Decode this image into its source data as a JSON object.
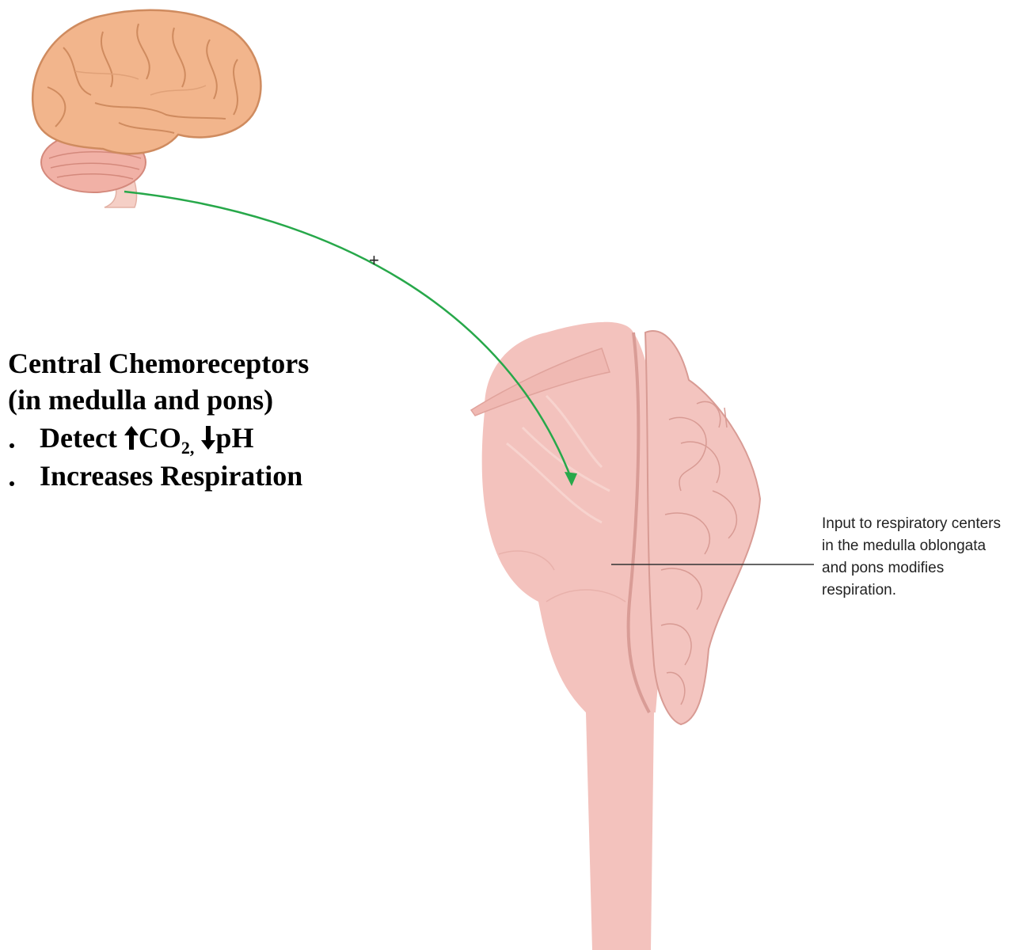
{
  "heading": {
    "line1": "Central Chemoreceptors",
    "line2": "(in medulla and pons)"
  },
  "bullets": [
    {
      "prefix": "Detect ",
      "up_text": "CO",
      "subscript": "2,",
      "down_text": "pH"
    },
    {
      "text": "Increases Respiration"
    }
  ],
  "arrow_sign": "+",
  "callout": "Input to respiratory centers in the medulla oblongata and pons modifies respiration.",
  "colors": {
    "arrow": "#27a84a",
    "brainstem": "#f3c2bd",
    "brainstem_dark": "#e3a9a4",
    "cerebrum": "#f2b58c",
    "cerebrum_dark": "#d98f63",
    "cerebellum": "#f1b1a6"
  },
  "icons": {
    "up": "up-arrow-icon",
    "down": "down-arrow-icon"
  }
}
